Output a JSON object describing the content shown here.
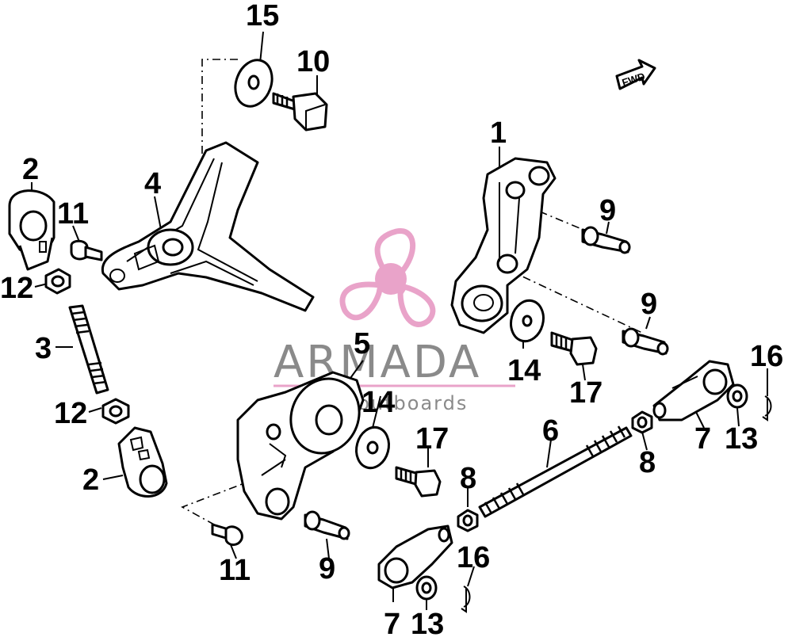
{
  "watermark": {
    "brand": "ARMADA",
    "tagline": "marine outboards",
    "logo_color": "#e9a3c9",
    "text_color": "#8a8a8a"
  },
  "direction_badge": {
    "label": "FWD",
    "icon": "forward-arrow-icon"
  },
  "callouts": [
    {
      "id": "c15a",
      "label": "15"
    },
    {
      "id": "c10",
      "label": "10"
    },
    {
      "id": "c2a",
      "label": "2"
    },
    {
      "id": "c11a",
      "label": "11"
    },
    {
      "id": "c4",
      "label": "4"
    },
    {
      "id": "c1",
      "label": "1"
    },
    {
      "id": "c9a",
      "label": "9"
    },
    {
      "id": "c12a",
      "label": "12"
    },
    {
      "id": "c9b",
      "label": "9"
    },
    {
      "id": "c3",
      "label": "3"
    },
    {
      "id": "c5",
      "label": "5"
    },
    {
      "id": "c14a",
      "label": "14"
    },
    {
      "id": "c14b",
      "label": "14"
    },
    {
      "id": "c17a",
      "label": "17"
    },
    {
      "id": "c16a",
      "label": "16"
    },
    {
      "id": "c12b",
      "label": "12"
    },
    {
      "id": "c7a",
      "label": "7"
    },
    {
      "id": "c13a",
      "label": "13"
    },
    {
      "id": "c6",
      "label": "6"
    },
    {
      "id": "c17b",
      "label": "17"
    },
    {
      "id": "c8a",
      "label": "8"
    },
    {
      "id": "c2b",
      "label": "2"
    },
    {
      "id": "c8b",
      "label": "8"
    },
    {
      "id": "c16b",
      "label": "16"
    },
    {
      "id": "c11b",
      "label": "11"
    },
    {
      "id": "c9c",
      "label": "9"
    },
    {
      "id": "c7b",
      "label": "7"
    },
    {
      "id": "c13b",
      "label": "13"
    }
  ]
}
